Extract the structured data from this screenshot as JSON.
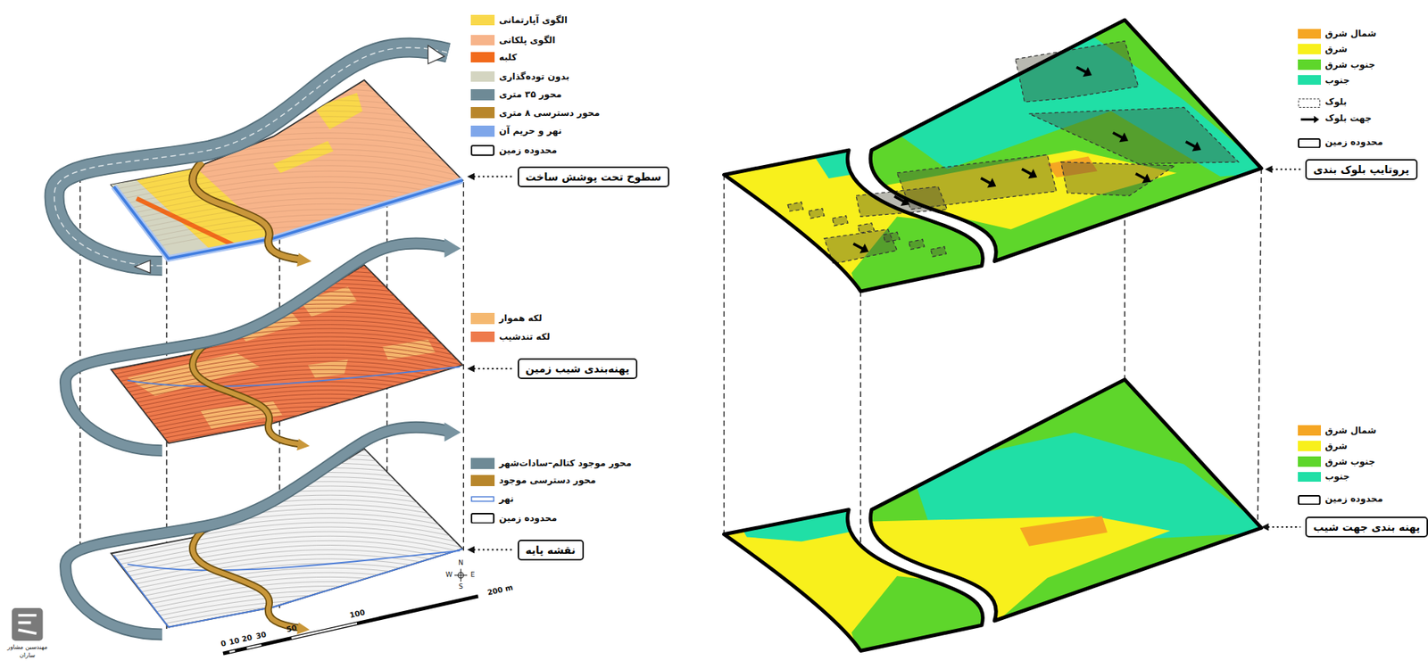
{
  "diagram": {
    "nodes": [
      {
        "text": [
          "سطوح تحت پوشش ساخت"
        ]
      },
      {
        "text": [
          "پهنه‌بندی شیب زمین"
        ]
      },
      {
        "text": [
          "نقشه پایه"
        ]
      },
      {
        "text": [
          "پروتایپ بلوک بندی"
        ]
      },
      {
        "text": [
          "پهنه بندی جهت شیب"
        ]
      }
    ],
    "labels": [
      "N",
      "E",
      "S",
      "W",
      "0",
      "10",
      "20",
      "30",
      "50",
      "100",
      "200 m",
      "مهندسین مشاور",
      "ساران"
    ],
    "legend": [
      {
        "text": "الگوی آپارتمانی",
        "color": "#f9d84a"
      },
      {
        "text": "الگوی پلکانی",
        "color": "#f7b48a"
      },
      {
        "text": "کلبه",
        "color": "#f26a1b"
      },
      {
        "text": "بدون توده‌گذاری",
        "color": "#d4d5c1"
      },
      {
        "text": "محور ۳۵ متری",
        "color": "#6e8a96"
      },
      {
        "text": "محور دسترسی ۸ متری",
        "color": "#b8862b"
      },
      {
        "text": "نهر و حریم آن",
        "color": "#7ea6ea"
      },
      {
        "text": "محدوده زمین"
      },
      {
        "text": "لکه هموار",
        "color": "#f5b86f"
      },
      {
        "text": "لکه تندشیب",
        "color": "#ee7a4c"
      },
      {
        "text": "محور موجود کتالم–سادات‌شهر",
        "color": "#6e8a96"
      },
      {
        "text": "محور دسترسی موجود",
        "color": "#b8862b"
      },
      {
        "text": "نهر"
      },
      {
        "text": "محدوده زمین"
      },
      {
        "text": "شمال شرق",
        "color": "#f5a623"
      },
      {
        "text": "شرق",
        "color": "#f8f01c"
      },
      {
        "text": "جنوب شرق",
        "color": "#5ed62b"
      },
      {
        "text": "جنوب",
        "color": "#20dfa6"
      },
      {
        "text": "بلوک"
      },
      {
        "text": "جهت بلوک"
      },
      {
        "text": "محدوده زمین"
      },
      {
        "text": "شمال شرق",
        "color": "#f5a623"
      },
      {
        "text": "شرق",
        "color": "#f8f01c"
      },
      {
        "text": "جنوب شرق",
        "color": "#5ed62b"
      },
      {
        "text": "جنوب",
        "color": "#20dfa6"
      },
      {
        "text": "محدوده زمین"
      }
    ]
  }
}
